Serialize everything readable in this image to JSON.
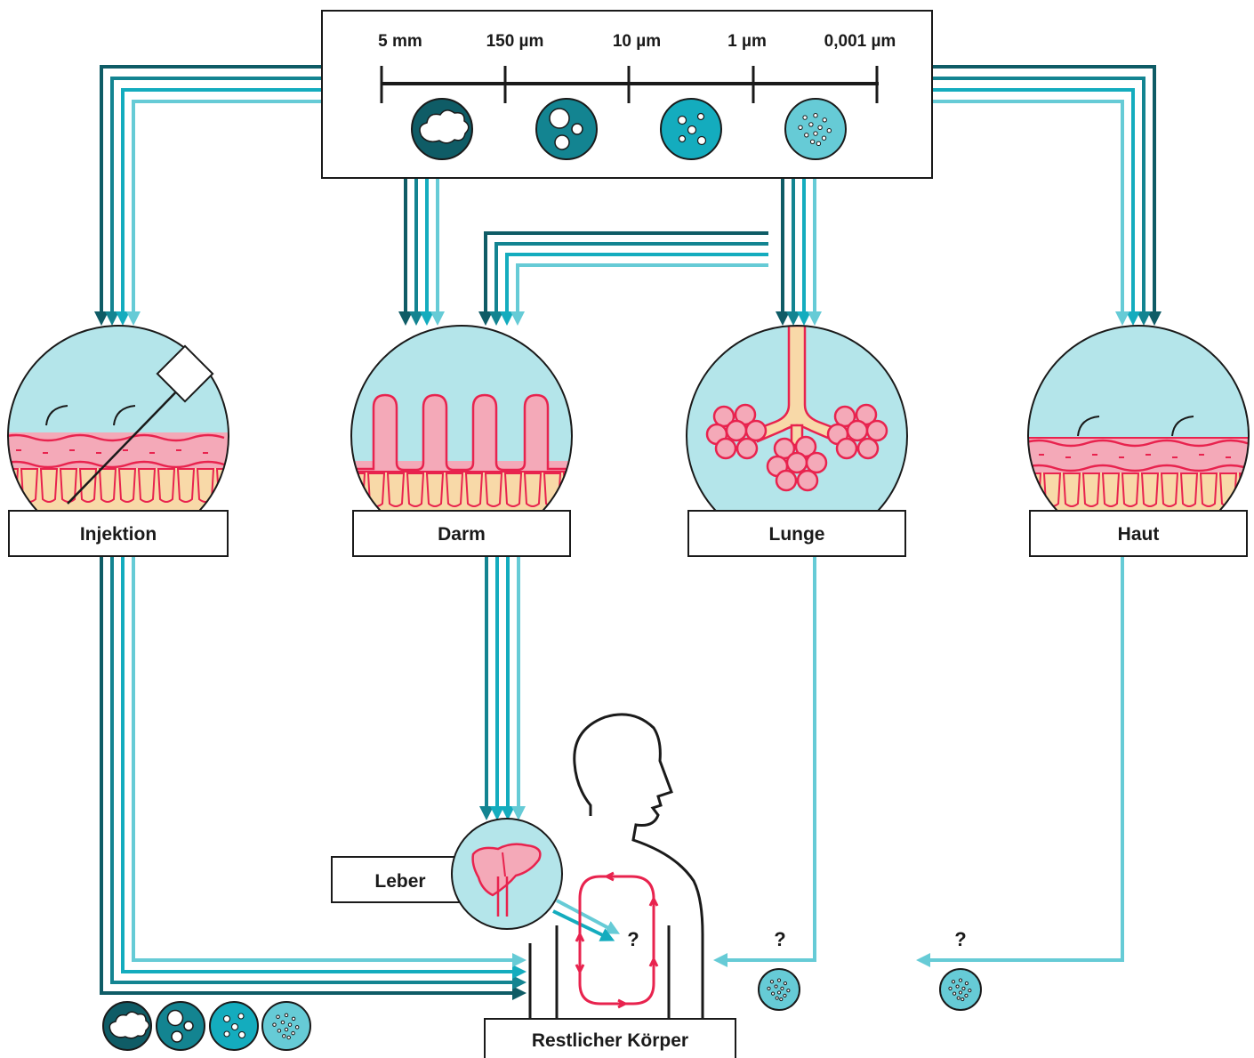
{
  "scale": {
    "ticks": [
      "5 mm",
      "150 µm",
      "10 µm",
      "1 µm",
      "0,001 µm"
    ]
  },
  "organs": {
    "injection": "Injektion",
    "gut": "Darm",
    "lung": "Lunge",
    "skin": "Haut",
    "liver": "Leber",
    "rest": "Restlicher Körper"
  },
  "unknown_marks": {
    "liver": "?",
    "lung": "?",
    "skin": "?"
  },
  "particles": [
    "macroplastic",
    "microplastic",
    "small-microplastic",
    "nanoplastic"
  ],
  "colors": {
    "size1": "#0f5c66",
    "size2": "#138491",
    "size3": "#14acbe",
    "size4": "#66cbd6",
    "bubble": "#b4e5ea",
    "tissue_pink": "#f4a9b8",
    "tissue_red": "#e8234e",
    "tissue_cream": "#f8d9a8",
    "circulation": "#e8234e"
  }
}
